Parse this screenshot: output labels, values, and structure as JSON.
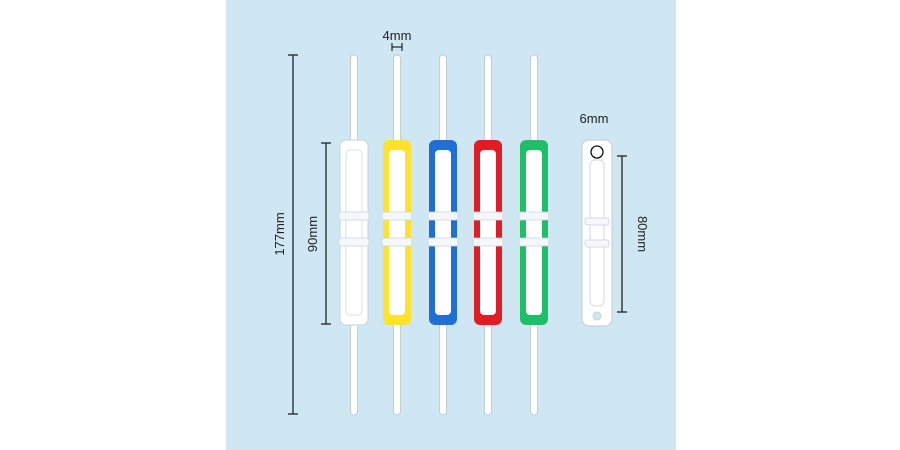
{
  "image": {
    "background_color": "#cfe6f3",
    "page_background": "#ffffff",
    "labels": {
      "total_length": "177mm",
      "body_length": "90mm",
      "prong_width": "4mm",
      "clip_length": "80mm",
      "hole_diameter": "6mm"
    },
    "fasteners": [
      {
        "color": "#ffffff"
      },
      {
        "color": "#ffe22e"
      },
      {
        "color": "#1f6fd6"
      },
      {
        "color": "#e01c24"
      },
      {
        "color": "#1fbf6a"
      }
    ],
    "loose_clip_color": "#ffffff"
  }
}
